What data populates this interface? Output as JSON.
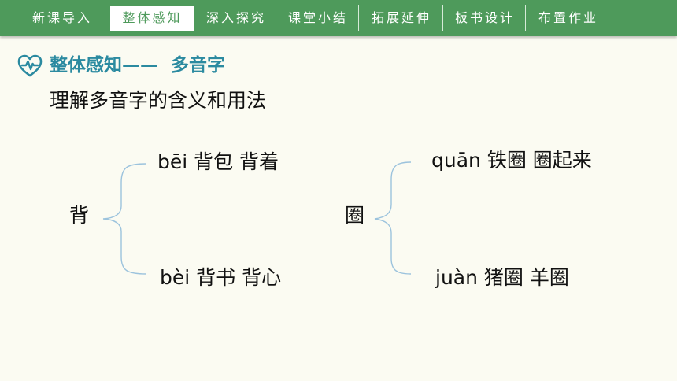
{
  "nav": {
    "tabs": [
      {
        "label": "新课导入",
        "active": false
      },
      {
        "label": "整体感知",
        "active": true
      },
      {
        "label": "深入探究",
        "active": false
      },
      {
        "label": "课堂小结",
        "active": false
      },
      {
        "label": "拓展延伸",
        "active": false
      },
      {
        "label": "板书设计",
        "active": false
      },
      {
        "label": "布置作业",
        "active": false
      }
    ]
  },
  "section": {
    "heading": "整体感知——  多音字",
    "icon": "heartbeat-icon",
    "subtitle": "理解多音字的含义和用法"
  },
  "groups": [
    {
      "char": "背",
      "readings": [
        {
          "pinyin": "bēi",
          "words": "背包 背着"
        },
        {
          "pinyin": "bèi",
          "words": "背书 背心"
        }
      ]
    },
    {
      "char": "圈",
      "readings": [
        {
          "pinyin": "quān",
          "words": "铁圈 圈起来"
        },
        {
          "pinyin": "juàn",
          "words": " 猪圈 羊圈"
        }
      ]
    }
  ],
  "colors": {
    "nav_bg": "#4e9a5b",
    "page_bg": "#fbfbf2",
    "heading": "#2b8aa0",
    "brace": "#9cc3dd"
  }
}
